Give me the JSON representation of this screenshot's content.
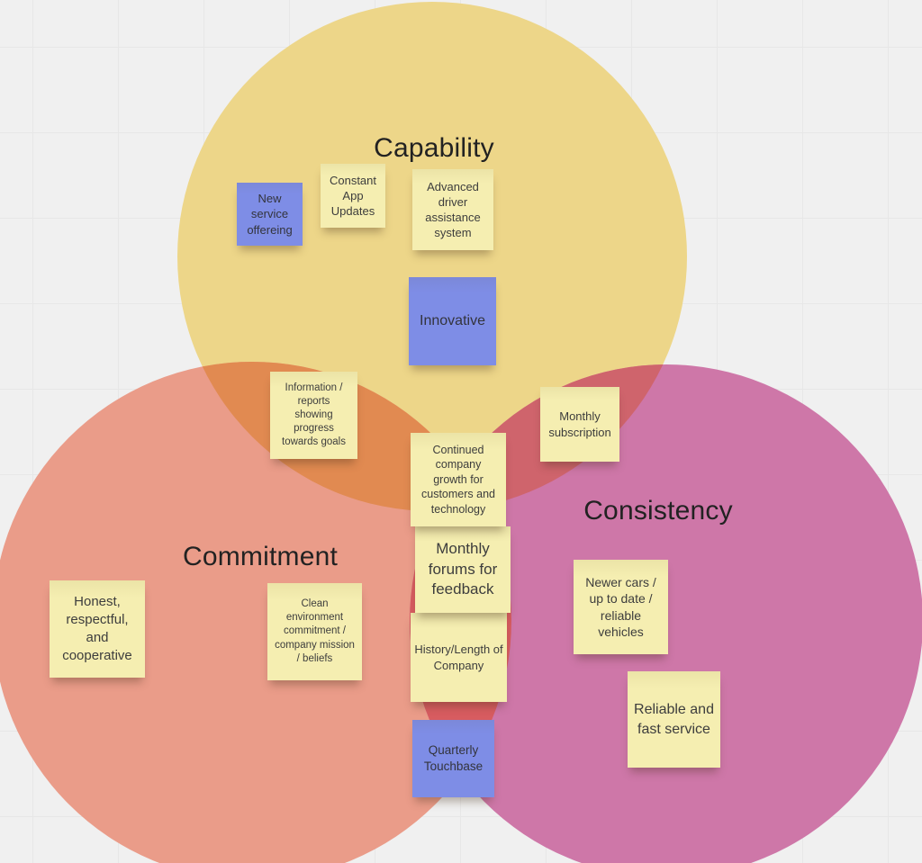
{
  "board": {
    "background_color": "#f0f0f0",
    "grid_color": "#e7e7e7"
  },
  "venn": {
    "circles": [
      {
        "name": "capability",
        "label": "Capability",
        "color": "#edd689"
      },
      {
        "name": "commitment",
        "label": "Commitment",
        "color": "#ea9c89"
      },
      {
        "name": "consistency",
        "label": "Consistency",
        "color": "#ce77a8"
      }
    ],
    "overlaps": {
      "capability_commitment": "#e18a51",
      "capability_consistency": "#cf646c",
      "commitment_consistency": "#d75c60",
      "all_three": "#c35059"
    }
  },
  "sticky_colors": {
    "yellow": "#f5eeb1",
    "blue": "#7e8de6"
  },
  "stickies": [
    {
      "id": "new-service-offering",
      "color": "blue",
      "text": "New service offereing"
    },
    {
      "id": "constant-app-updates",
      "color": "yellow",
      "text": "Constant App Updates"
    },
    {
      "id": "advanced-driver-assistance",
      "color": "yellow",
      "text": "Advanced driver assistance system"
    },
    {
      "id": "innovative",
      "color": "blue",
      "text": "Innovative"
    },
    {
      "id": "information-reports",
      "color": "yellow",
      "text": "Information / reports showing progress towards goals"
    },
    {
      "id": "monthly-subscription",
      "color": "yellow",
      "text": "Monthly subscription"
    },
    {
      "id": "continued-company-growth",
      "color": "yellow",
      "text": "Continued company growth for customers and technology"
    },
    {
      "id": "monthly-forums-feedback",
      "color": "yellow",
      "text": "Monthly forums for feedback"
    },
    {
      "id": "history-length-of-company",
      "color": "yellow",
      "text": "History/Length of Company"
    },
    {
      "id": "quarterly-touchbase",
      "color": "blue",
      "text": "Quarterly Touchbase"
    },
    {
      "id": "honest-respectful",
      "color": "yellow",
      "text": "Honest, respectful, and cooperative"
    },
    {
      "id": "clean-environment",
      "color": "yellow",
      "text": "Clean environment commitment / company mission / beliefs"
    },
    {
      "id": "newer-cars",
      "color": "yellow",
      "text": "Newer cars / up to date / reliable vehicles"
    },
    {
      "id": "reliable-fast-service",
      "color": "yellow",
      "text": "Reliable and fast service"
    }
  ]
}
